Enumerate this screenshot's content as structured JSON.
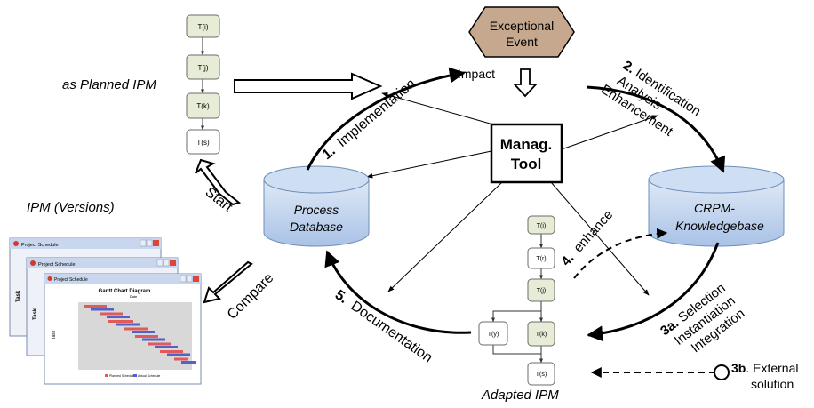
{
  "planned": {
    "label": "as Planned IPM",
    "tasks": [
      "T(i)",
      "T(j)",
      "T(k)",
      "T(s)"
    ]
  },
  "versions": {
    "label": "IPM (Versions)",
    "window_title": "Project Schedule",
    "chart_title": "Gantt Chart Diagram",
    "axis_date": "Date",
    "axis_task": "Task",
    "legend_planned": "Planned Schedule",
    "legend_actual": "Actual Schedule"
  },
  "arrows": {
    "start": "Start",
    "compare": "Compare",
    "impact": "Impact",
    "enhance_num": "4.",
    "enhance": "enhance"
  },
  "event": {
    "line1": "Exceptional",
    "line2": "Event"
  },
  "tool": {
    "line1": "Manag.",
    "line2": "Tool"
  },
  "process_db": {
    "line1": "Process",
    "line2": "Database"
  },
  "crpm_db": {
    "line1": "CRPM-",
    "line2": "Knowledgebase"
  },
  "steps": {
    "s1_num": "1.",
    "s1_text": "Implementation",
    "s2_num": "2.",
    "s2_l1": "Identification",
    "s2_l2": "Analysis",
    "s2_l3": "Enhancement",
    "s3a_num": "3a.",
    "s3a_l1": "Selection",
    "s3a_l2": "Instantiation",
    "s3a_l3": "Integration",
    "s3b_num": "3b",
    "s3b_l1": ". External",
    "s3b_l2": "solution",
    "s5_num": "5.",
    "s5_text": "Documentation"
  },
  "adapted": {
    "label": "Adapted IPM",
    "tasks": [
      "T(i)",
      "T(r)",
      "T(j)",
      "T(y)",
      "T(k)",
      "T(s)"
    ]
  },
  "colors": {
    "task_green": "#e7ecd6",
    "db_blue": "#bcd0ec",
    "event_brown": "#c5a88e",
    "bar_planned": "#e05a5a",
    "bar_actual": "#5560c8"
  }
}
